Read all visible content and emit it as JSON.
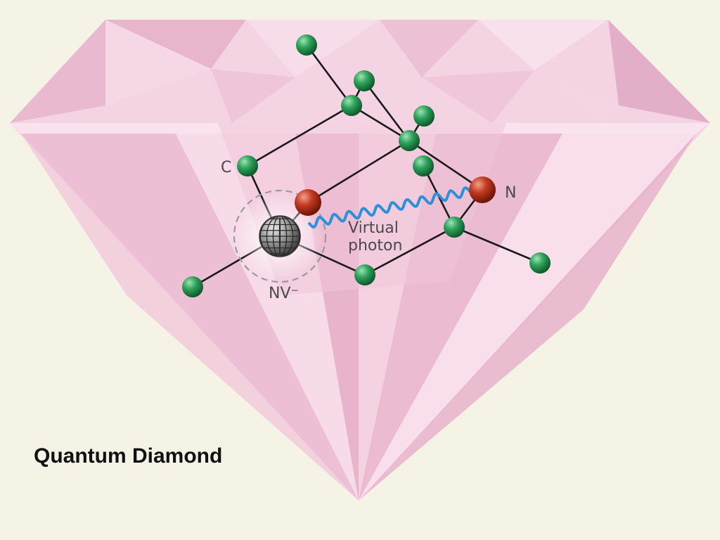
{
  "caption": "Quantum Diamond",
  "diagram": {
    "labels": {
      "carbon": "C",
      "nitrogen": "N",
      "virtual_photon_line1": "Virtual",
      "virtual_photon_line2": "photon",
      "nv_center": "NV⁻"
    },
    "colors": {
      "background": "#f5f2e6",
      "diamond_base": "#f2cfe0",
      "carbon_atom": "#1f8a4a",
      "nitrogen_atom": "#b02a18",
      "vacancy": "#7a7a7a",
      "photon_wave": "#2f8fd8"
    },
    "icons": {
      "diamond": "diamond-gem-shape",
      "carbon": "green-sphere",
      "nitrogen": "red-sphere",
      "vacancy": "gray-mesh-sphere"
    }
  }
}
